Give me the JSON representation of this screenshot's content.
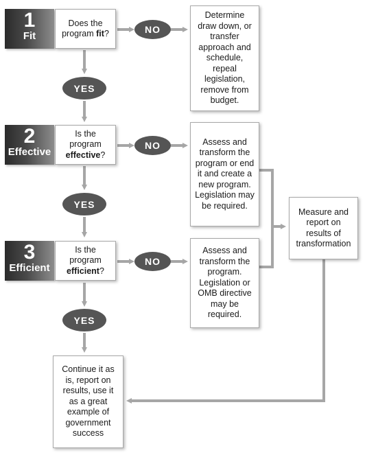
{
  "stages": [
    {
      "number": "1",
      "word": "Fit"
    },
    {
      "number": "2",
      "word": "Effective"
    },
    {
      "number": "3",
      "word": "Efficient"
    }
  ],
  "questions": [
    {
      "prefix": "Does the program ",
      "keyword": "fit",
      "suffix": "?"
    },
    {
      "prefix": "Is the program ",
      "keyword": "effective",
      "suffix": "?"
    },
    {
      "prefix": "Is the program ",
      "keyword": "efficient",
      "suffix": "?"
    }
  ],
  "no_label": "NO",
  "yes_label": "YES",
  "outcomes": [
    "Determine draw down, or transfer approach and schedule, repeal legislation, remove from budget.",
    "Assess and transform the program or end it and create a new program. Legislation may be required.",
    "Assess and transform the program. Legislation or OMB directive may be required."
  ],
  "measure_text": "Measure and report on results of transformation",
  "final_text": "Continue it as is, report on results, use it as a great example of government success",
  "colors": {
    "connector": "#a6a6a6",
    "pill": "#555555",
    "stage_dark": "#2b2b2b",
    "stage_light": "#8d8d8d"
  }
}
